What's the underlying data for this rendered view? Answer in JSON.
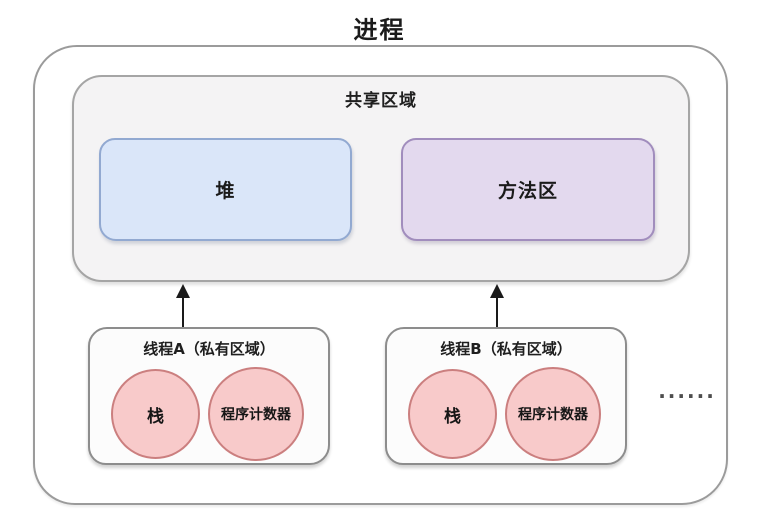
{
  "diagram": {
    "title": "进程",
    "shared_area": {
      "label": "共享区域",
      "heap": {
        "label": "堆",
        "fill": "#dae6f9",
        "border": "#92a9d1"
      },
      "method_area": {
        "label": "方法区",
        "fill": "#e3d9ee",
        "border": "#a18dbd"
      }
    },
    "threads": [
      {
        "label": "线程A（私有区域）",
        "circles": [
          {
            "label": "栈"
          },
          {
            "label": "程序计数器"
          }
        ]
      },
      {
        "label": "线程B（私有区域）",
        "circles": [
          {
            "label": "栈"
          },
          {
            "label": "程序计数器"
          }
        ]
      }
    ],
    "ellipsis": "······",
    "colors": {
      "process_border": "#9b9b9b",
      "shared_fill": "#f4f3f4",
      "shared_border": "#a5a5a5",
      "thread_fill": "#fcfcfc",
      "thread_border": "#8d8d8d",
      "circle_fill": "#f8caca",
      "circle_border": "#cb7f7f",
      "arrow": "#1a1a1a",
      "text": "#1b1b1b"
    }
  }
}
